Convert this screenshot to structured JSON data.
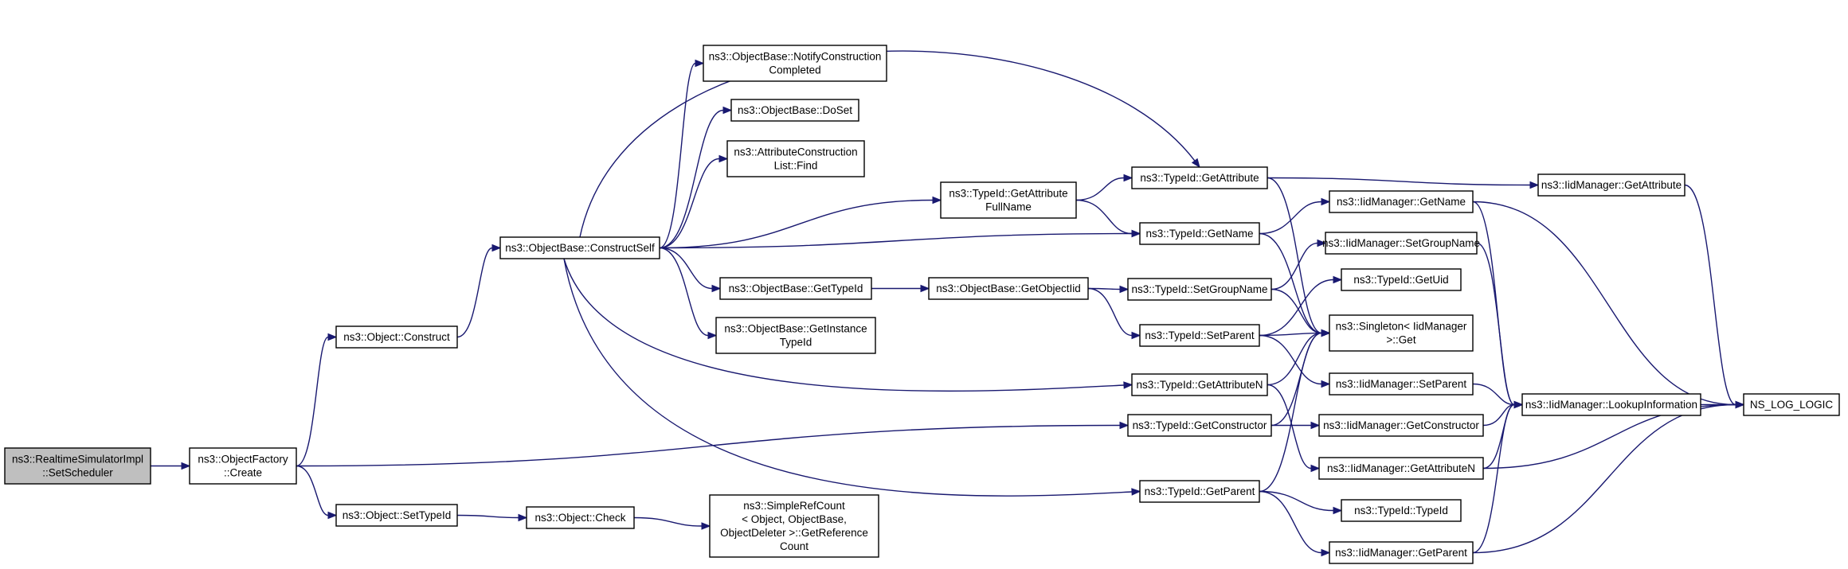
{
  "graph": {
    "nodes": [
      {
        "id": "setscheduler",
        "lines": [
          "ns3::RealtimeSimulatorImpl",
          "::SetScheduler"
        ]
      },
      {
        "id": "factory_create",
        "lines": [
          "ns3::ObjectFactory",
          "::Create"
        ]
      },
      {
        "id": "object_construct",
        "lines": [
          "ns3::Object::Construct"
        ]
      },
      {
        "id": "object_settypeid",
        "lines": [
          "ns3::Object::SetTypeId"
        ]
      },
      {
        "id": "constructself",
        "lines": [
          "ns3::ObjectBase::ConstructSelf"
        ]
      },
      {
        "id": "object_check",
        "lines": [
          "ns3::Object::Check"
        ]
      },
      {
        "id": "notifyconstruction",
        "lines": [
          "ns3::ObjectBase::NotifyConstruction",
          "Completed"
        ]
      },
      {
        "id": "doset",
        "lines": [
          "ns3::ObjectBase::DoSet"
        ]
      },
      {
        "id": "attrlist_find",
        "lines": [
          "ns3::AttributeConstruction",
          "List::Find"
        ]
      },
      {
        "id": "ob_gettypeid",
        "lines": [
          "ns3::ObjectBase::GetTypeId"
        ]
      },
      {
        "id": "ob_getinstancetypeid",
        "lines": [
          "ns3::ObjectBase::GetInstance",
          "TypeId"
        ]
      },
      {
        "id": "simplerefcount",
        "lines": [
          "ns3::SimpleRefCount",
          "< Object, ObjectBase,",
          "ObjectDeleter >::GetReference",
          "Count"
        ]
      },
      {
        "id": "tid_getattrfullname",
        "lines": [
          "ns3::TypeId::GetAttribute",
          "FullName"
        ]
      },
      {
        "id": "ob_getobjectiid",
        "lines": [
          "ns3::ObjectBase::GetObjectIid"
        ]
      },
      {
        "id": "tid_getattribute",
        "lines": [
          "ns3::TypeId::GetAttribute"
        ]
      },
      {
        "id": "tid_getname",
        "lines": [
          "ns3::TypeId::GetName"
        ]
      },
      {
        "id": "tid_setgroupname",
        "lines": [
          "ns3::TypeId::SetGroupName"
        ]
      },
      {
        "id": "tid_setparent",
        "lines": [
          "ns3::TypeId::SetParent"
        ]
      },
      {
        "id": "tid_getattributen",
        "lines": [
          "ns3::TypeId::GetAttributeN"
        ]
      },
      {
        "id": "tid_getconstructor",
        "lines": [
          "ns3::TypeId::GetConstructor"
        ]
      },
      {
        "id": "tid_getparent",
        "lines": [
          "ns3::TypeId::GetParent"
        ]
      },
      {
        "id": "iid_getname",
        "lines": [
          "ns3::IidManager::GetName"
        ]
      },
      {
        "id": "iid_setgroupname",
        "lines": [
          "ns3::IidManager::SetGroupName"
        ]
      },
      {
        "id": "tid_getuid",
        "lines": [
          "ns3::TypeId::GetUid"
        ]
      },
      {
        "id": "singleton_get",
        "lines": [
          "ns3::Singleton< IidManager",
          ">::Get"
        ]
      },
      {
        "id": "iid_setparent",
        "lines": [
          "ns3::IidManager::SetParent"
        ]
      },
      {
        "id": "iid_getconstructor",
        "lines": [
          "ns3::IidManager::GetConstructor"
        ]
      },
      {
        "id": "iid_getattributen",
        "lines": [
          "ns3::IidManager::GetAttributeN"
        ]
      },
      {
        "id": "tid_typeid",
        "lines": [
          "ns3::TypeId::TypeId"
        ]
      },
      {
        "id": "iid_getparent",
        "lines": [
          "ns3::IidManager::GetParent"
        ]
      },
      {
        "id": "iid_getattribute",
        "lines": [
          "ns3::IidManager::GetAttribute"
        ]
      },
      {
        "id": "iid_lookupinformation",
        "lines": [
          "ns3::IidManager::LookupInformation"
        ]
      },
      {
        "id": "ns_log_logic",
        "lines": [
          "NS_LOG_LOGIC"
        ]
      }
    ]
  }
}
